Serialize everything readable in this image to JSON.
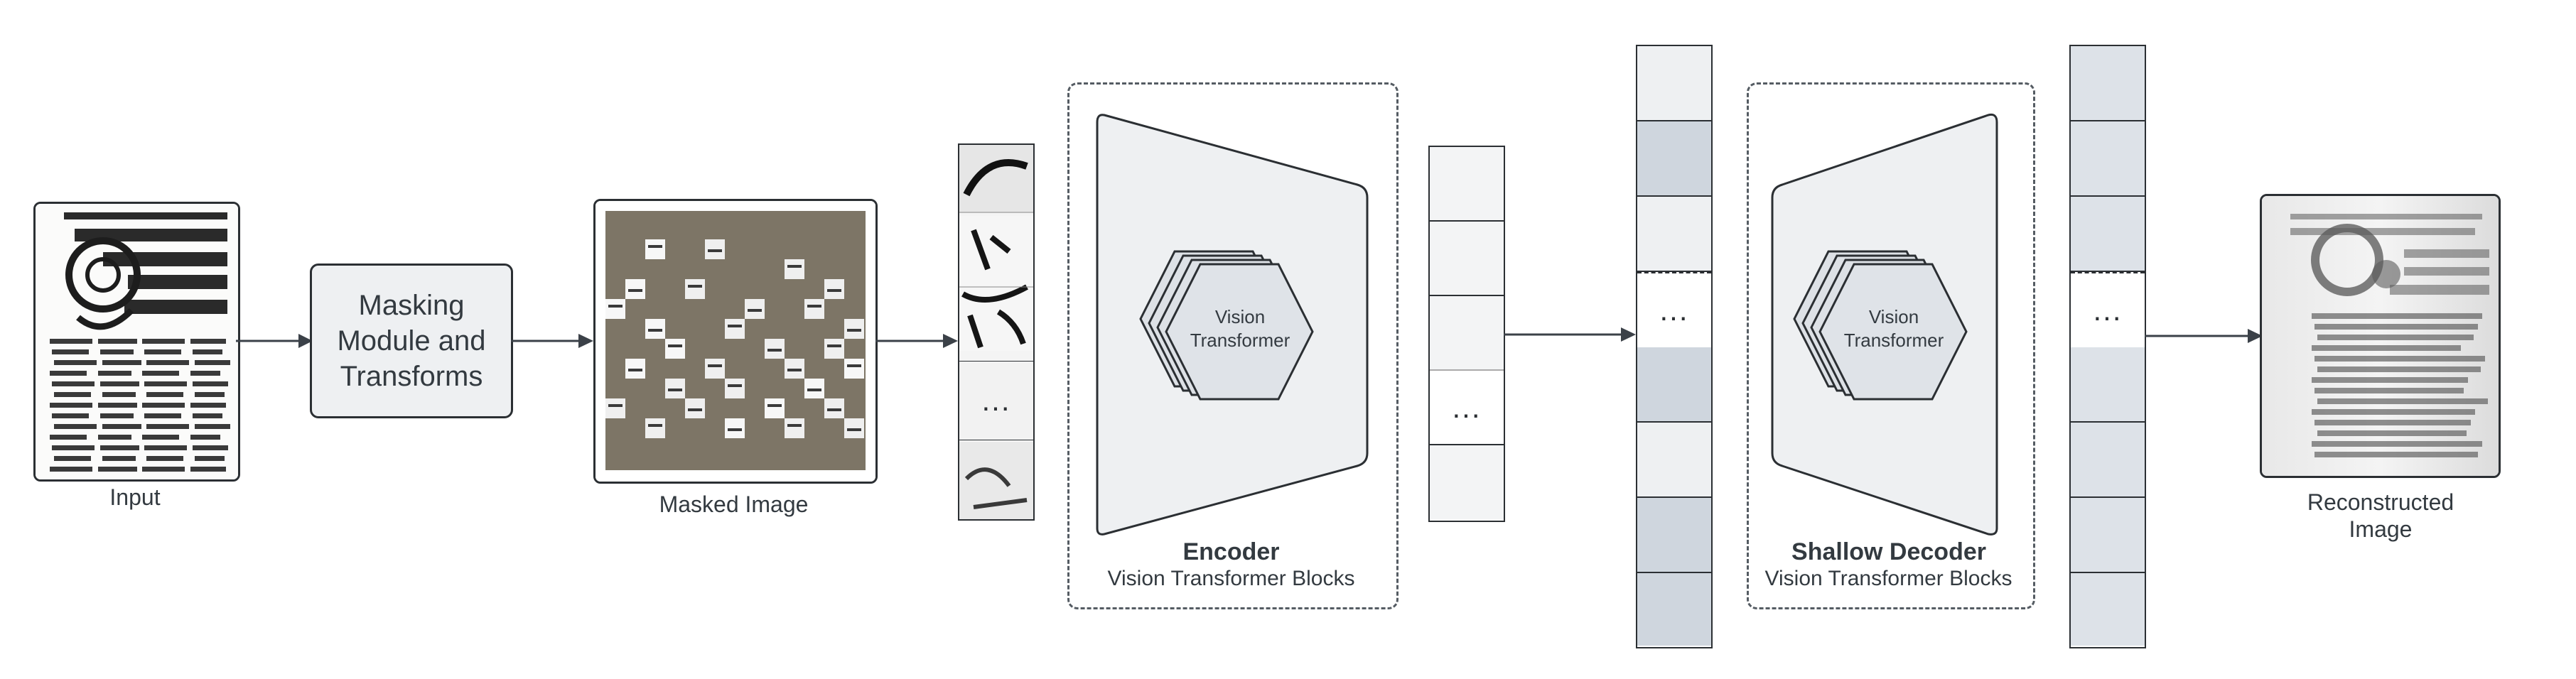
{
  "input": {
    "label": "Input"
  },
  "masking": {
    "label_line1": "Masking",
    "label_line2": "Module and",
    "label_line3": "Transforms"
  },
  "masked": {
    "label": "Masked Image"
  },
  "patches": {
    "ellipsis": "..."
  },
  "encoder": {
    "title": "Encoder",
    "subtitle": "Vision Transformer Blocks",
    "vit_line1": "Vision",
    "vit_line2": "Transformer"
  },
  "latent": {
    "ellipsis": "..."
  },
  "full_tokens": {
    "ellipsis": "..."
  },
  "decoder": {
    "title": "Shallow Decoder",
    "subtitle": "Vision Transformer Blocks",
    "vit_line1": "Vision",
    "vit_line2": "Transformer"
  },
  "output_tokens": {
    "ellipsis": "..."
  },
  "output": {
    "label_line1": "Reconstructed",
    "label_line2": "Image"
  },
  "colors": {
    "token_light": "#eef0f2",
    "token_dark": "#cfd6de",
    "mask_gray": "#7d7566",
    "panel": "#eef0f2",
    "border": "#2b2f33"
  }
}
